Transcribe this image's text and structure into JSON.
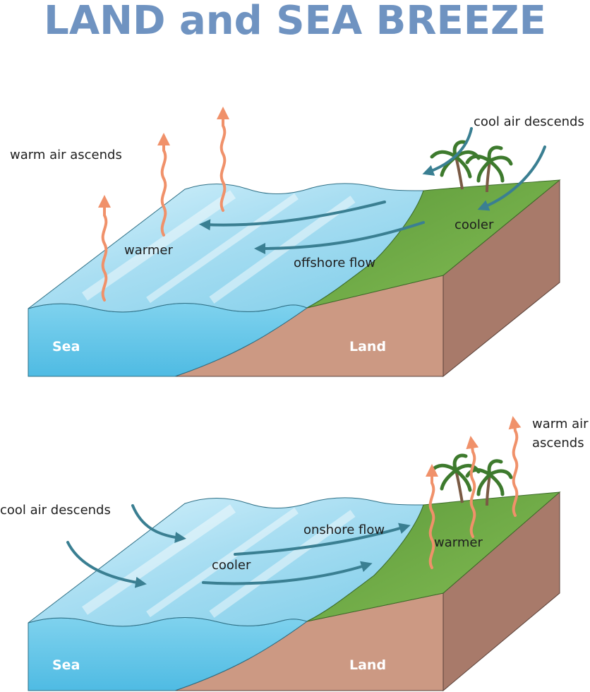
{
  "title": "LAND and SEA BREEZE",
  "colors": {
    "title": "#6f93c1",
    "sea_top_light": "#cfeefa",
    "sea_top_dark": "#7ecde9",
    "sea_front": "#5ec5e8",
    "land_grass": "#72ad48",
    "land_grass_dark": "#4a8a32",
    "land_soil": "#cc9983",
    "land_soil_side": "#a87a6a",
    "blue_arrow": "#3a7f92",
    "orange_arrow": "#f0916a"
  },
  "panels": [
    {
      "name": "sea-breeze-offshore",
      "warm_label": "warm air ascends",
      "cool_label": "cool air descends",
      "warm_zone_label": "warmer",
      "cool_zone_label": "cooler",
      "flow_label": "offshore flow",
      "sea_label": "Sea",
      "land_label": "Land"
    },
    {
      "name": "land-breeze-onshore",
      "warm_label_line1": "warm air",
      "warm_label_line2": "ascends",
      "cool_label": "cool air descends",
      "warm_zone_label": "warmer",
      "cool_zone_label": "cooler",
      "flow_label": "onshore flow",
      "sea_label": "Sea",
      "land_label": "Land"
    }
  ]
}
